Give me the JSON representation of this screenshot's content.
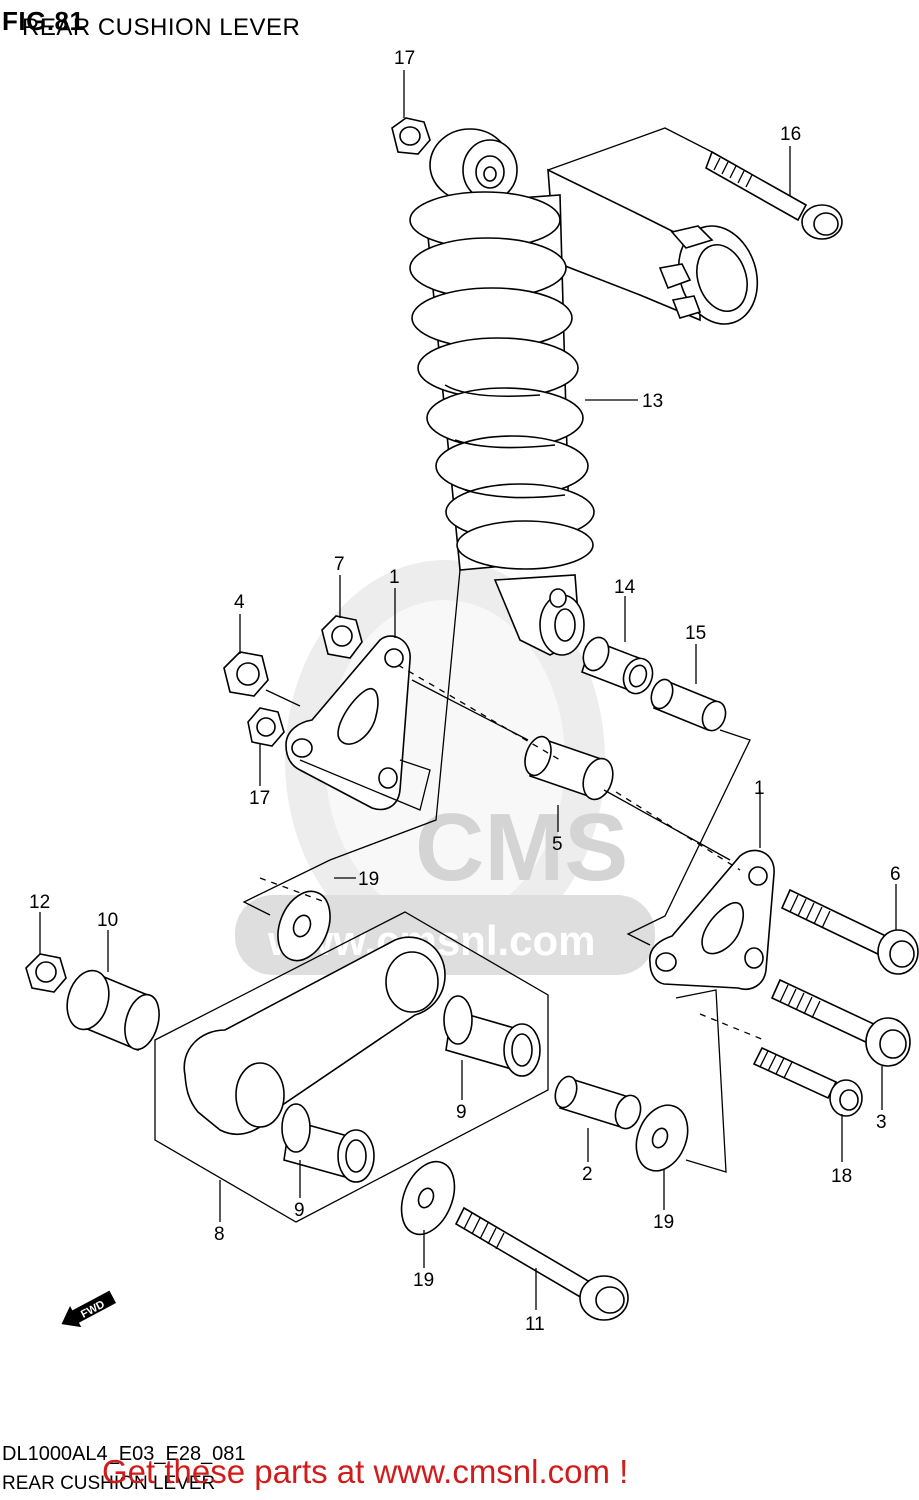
{
  "header": {
    "figure_number": "FIG.81",
    "figure_title": "REAR CUSHION LEVER"
  },
  "watermark": {
    "logo_text": "CMS",
    "url_text": "www.cmsnl.com"
  },
  "fwd_arrow_label": "FWD",
  "callouts": [
    "17",
    "16",
    "13",
    "7",
    "1",
    "4",
    "14",
    "15",
    "17",
    "5",
    "1",
    "6",
    "12",
    "10",
    "19",
    "9",
    "9",
    "3",
    "2",
    "18",
    "8",
    "9",
    "19",
    "19",
    "11"
  ],
  "footer": {
    "model_code": "DL1000AL4_E03_E28_081",
    "model_title": "REAR CUSHION LEVER",
    "promo_text": "Get these parts at www.cmsnl.com !"
  },
  "colors": {
    "promo": "#d21b1b",
    "watermark": "#dedede"
  }
}
